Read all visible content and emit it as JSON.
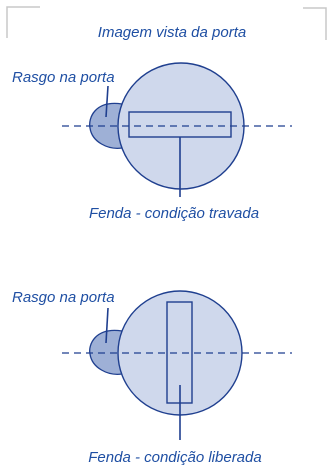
{
  "title": "Imagem vista da porta",
  "diagrams": [
    {
      "groove_label": "Rasgo na porta",
      "slot_label": "Fenda - condição travada"
    },
    {
      "groove_label": "Rasgo na porta",
      "slot_label": "Fenda - condição liberada"
    }
  ],
  "colors": {
    "outline": "#1f3f8f",
    "circle_fill": "#cfd8ec",
    "groove_fill": "#9eb0d6",
    "text": "#1f4fa3",
    "corner_marks": "#c8c8c8"
  }
}
